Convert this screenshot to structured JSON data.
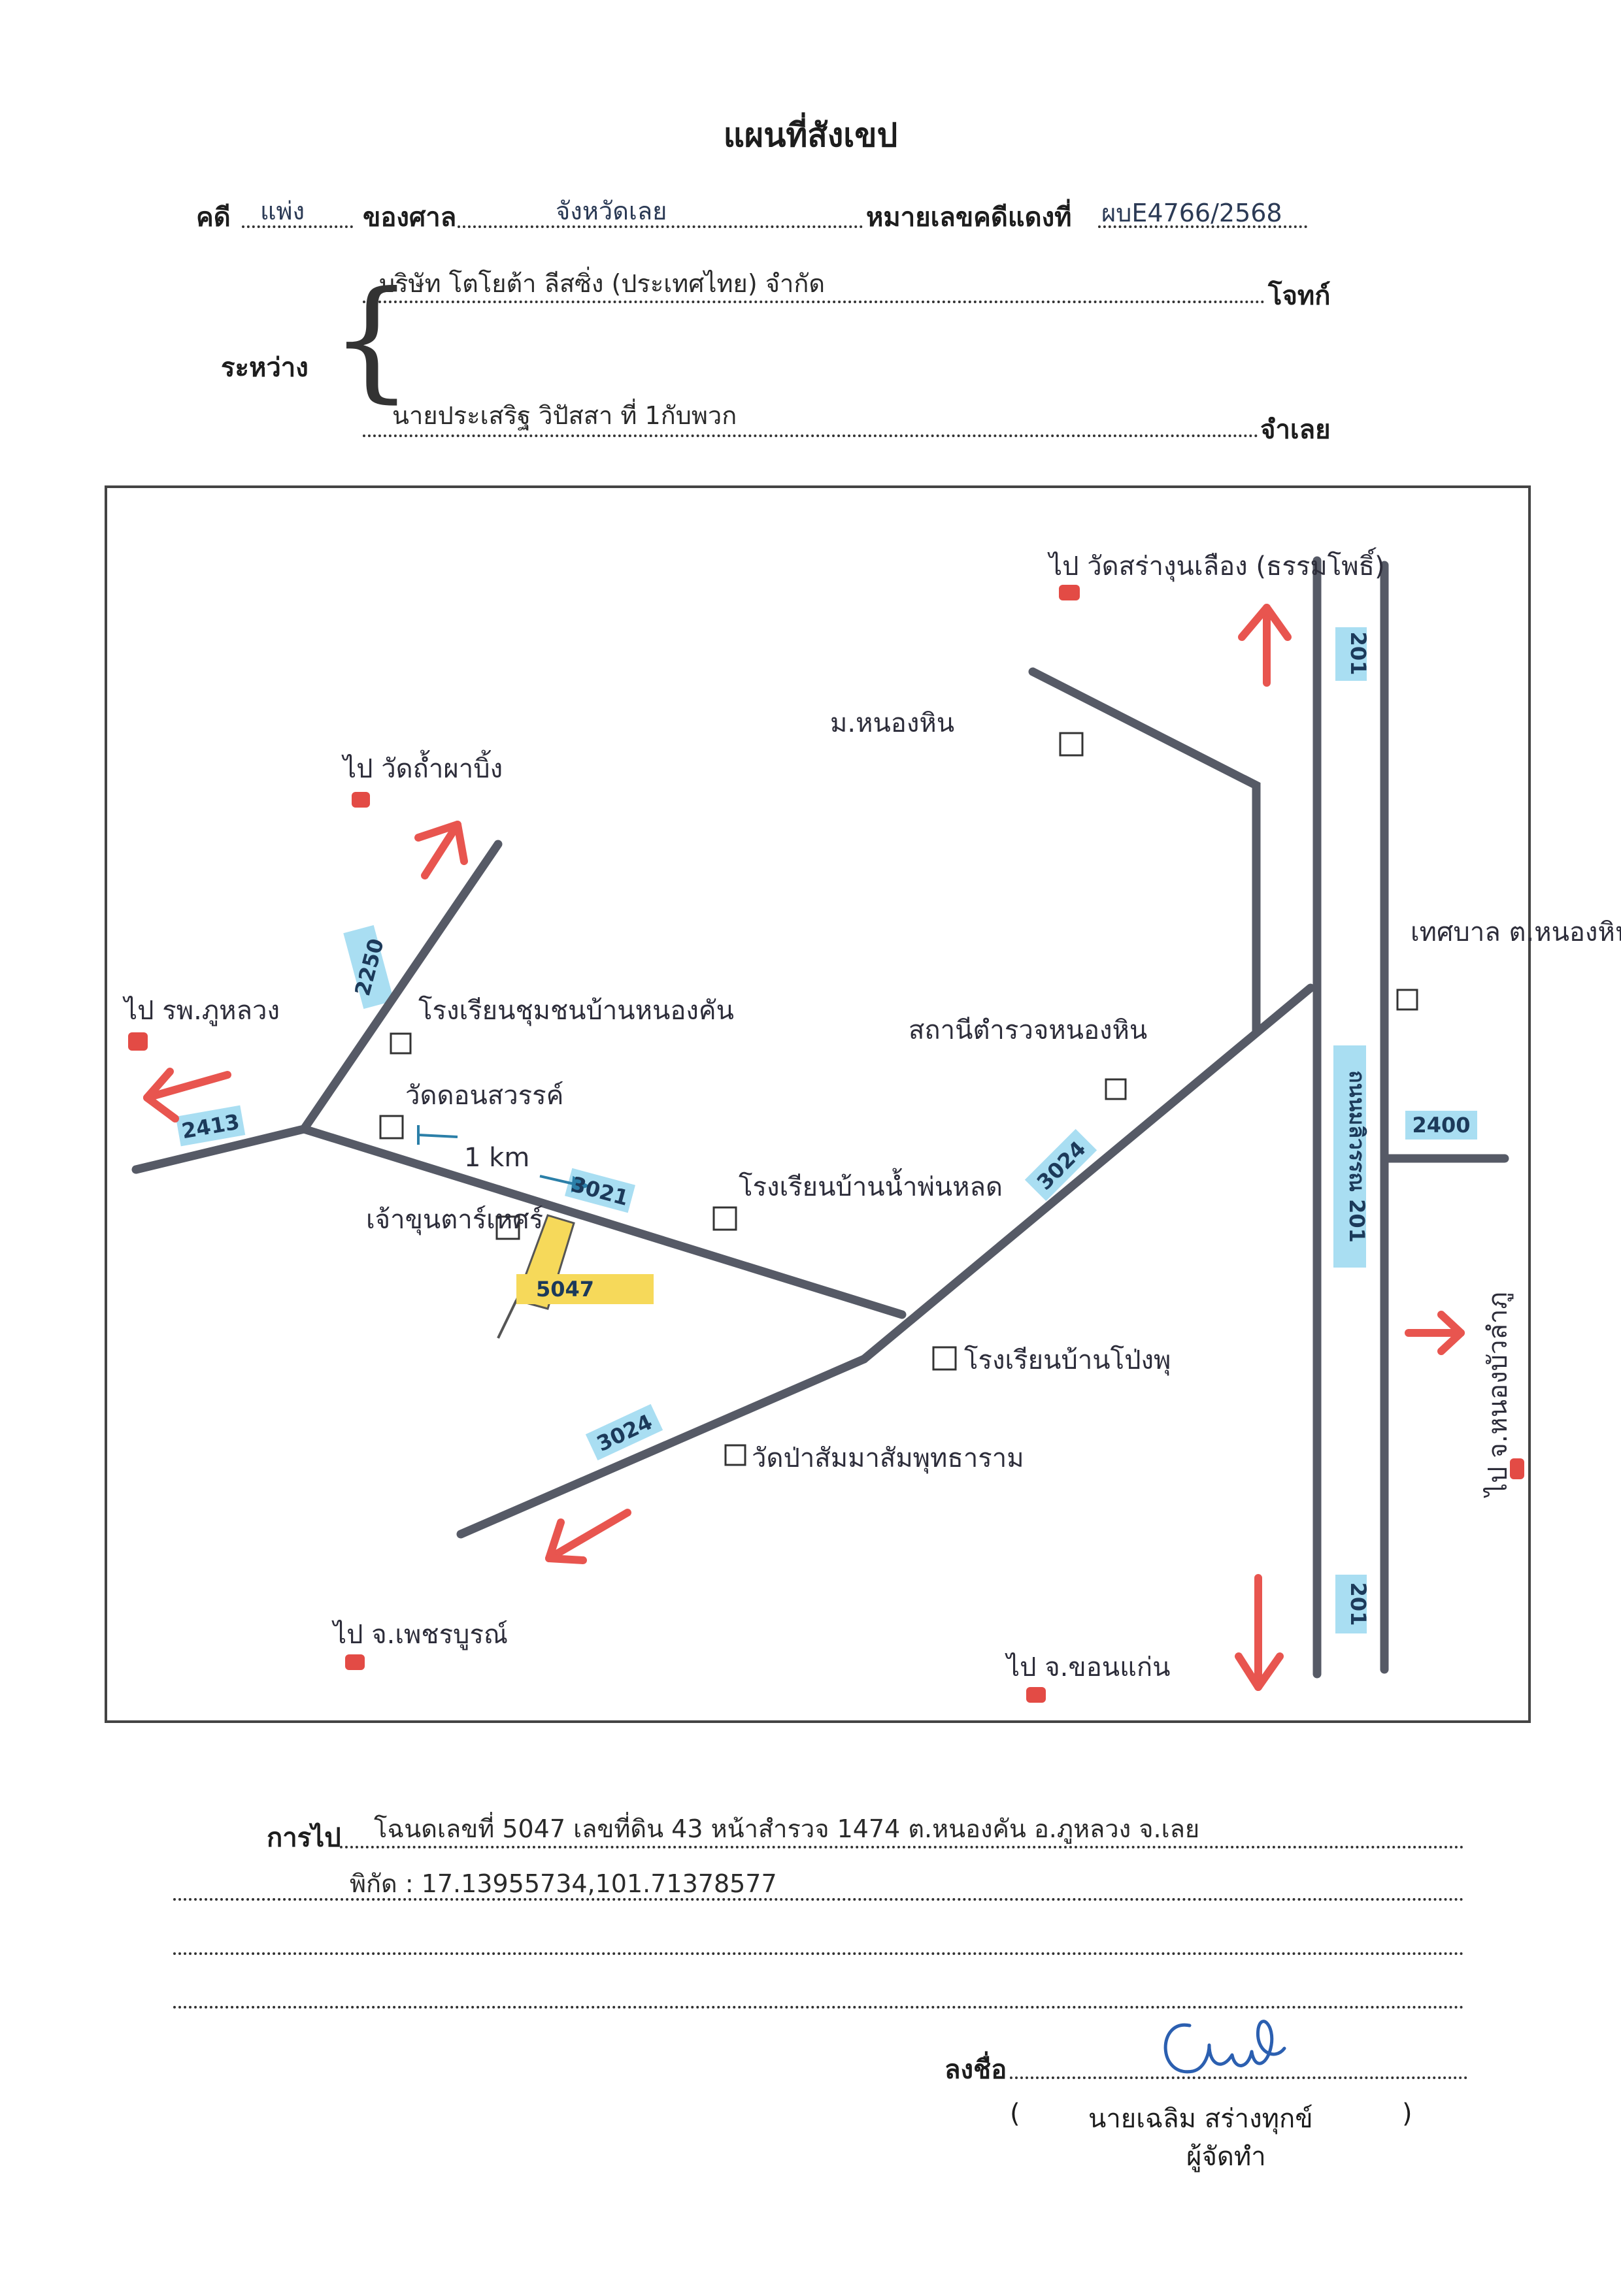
{
  "header": {
    "title": "แผนที่สังเขป",
    "case_label": "คดี",
    "case_type": "แพ่ง",
    "court_label": "ของศาล",
    "court_name": "จังหวัดเลย",
    "red_case_label": "หมายเลขคดีแดงที่",
    "red_case_no": "ผบE4766/2568",
    "between_label": "ระหว่าง",
    "plaintiff": "บริษัท โตโยต้า ลีสซิ่ง (ประเทศไทย) จำกัด",
    "plaintiff_label": "โจทก์",
    "defendant": "นายประเสริฐ วิปัสสา  ที่ 1กับพวก",
    "defendant_label": "จำเลย"
  },
  "map": {
    "labels": {
      "to_temple_top": "ไป วัดสร่างุนเลือง (ธรรมโพธิ์)",
      "moo_nonghin": "ม.หนองหิน",
      "route_201_top": "201",
      "to_wat_tham": "ไป วัดถ้ำผาบิ้ง",
      "municipality": "เทศบาล ต.หนองหิน",
      "to_hospital": "ไป รพ.ภูหลวง",
      "route_2250": "2250",
      "school_nongkhan": "โรงเรียนชุมชนบ้านหนองคัน",
      "police": "สถานีตำรวจหนองหิน",
      "route_2413": "2413",
      "wat_don_sawan": "วัดดอนสวรรค์",
      "distance": "1 km",
      "route_3021": "3021",
      "route_3024_right": "3024",
      "route_2400": "2400",
      "school_nam_phon": "โรงเรียนบ้านน้ำพ่นหลด",
      "road_201": "ถนนมลิวรรณ 201",
      "health_center": "เจ้าขุนตาร์เหศร์",
      "plot": "5047",
      "school_pongphu": "โรงเรียนบ้านโป่งพุ",
      "to_nongbualamphu": "ไป จ.หนองบัวลำภู",
      "route_3024_left": "3024",
      "wat_pa": "วัดป่าสัมมาสัมพุทธาราม",
      "to_phetchabun": "ไป จ.เพชรบูรณ์",
      "route_201_bottom": "201",
      "to_khonkaen": "ไป จ.ขอนแก่น"
    },
    "colors": {
      "road": "#565a66",
      "arrow": "#e8554f",
      "highlight": "#a9def2",
      "plot": "#f6d95a",
      "marker": "#e34b45",
      "border": "#444444"
    }
  },
  "footer": {
    "route_label": "การไป",
    "route_text": "โฉนดเลขที่ 5047 เลขที่ดิน 43 หน้าสำรวจ 1474 ต.หนองคัน  อ.ภูหลวง จ.เลย",
    "coords": "พิกัด : 17.13955734,101.71378577",
    "sign_label": "ลงชื่อ",
    "paren_open": "(",
    "signer_name": "นายเฉลิม สร่างทุกข์",
    "paren_close": ")",
    "signer_role": "ผู้จัดทำ"
  }
}
